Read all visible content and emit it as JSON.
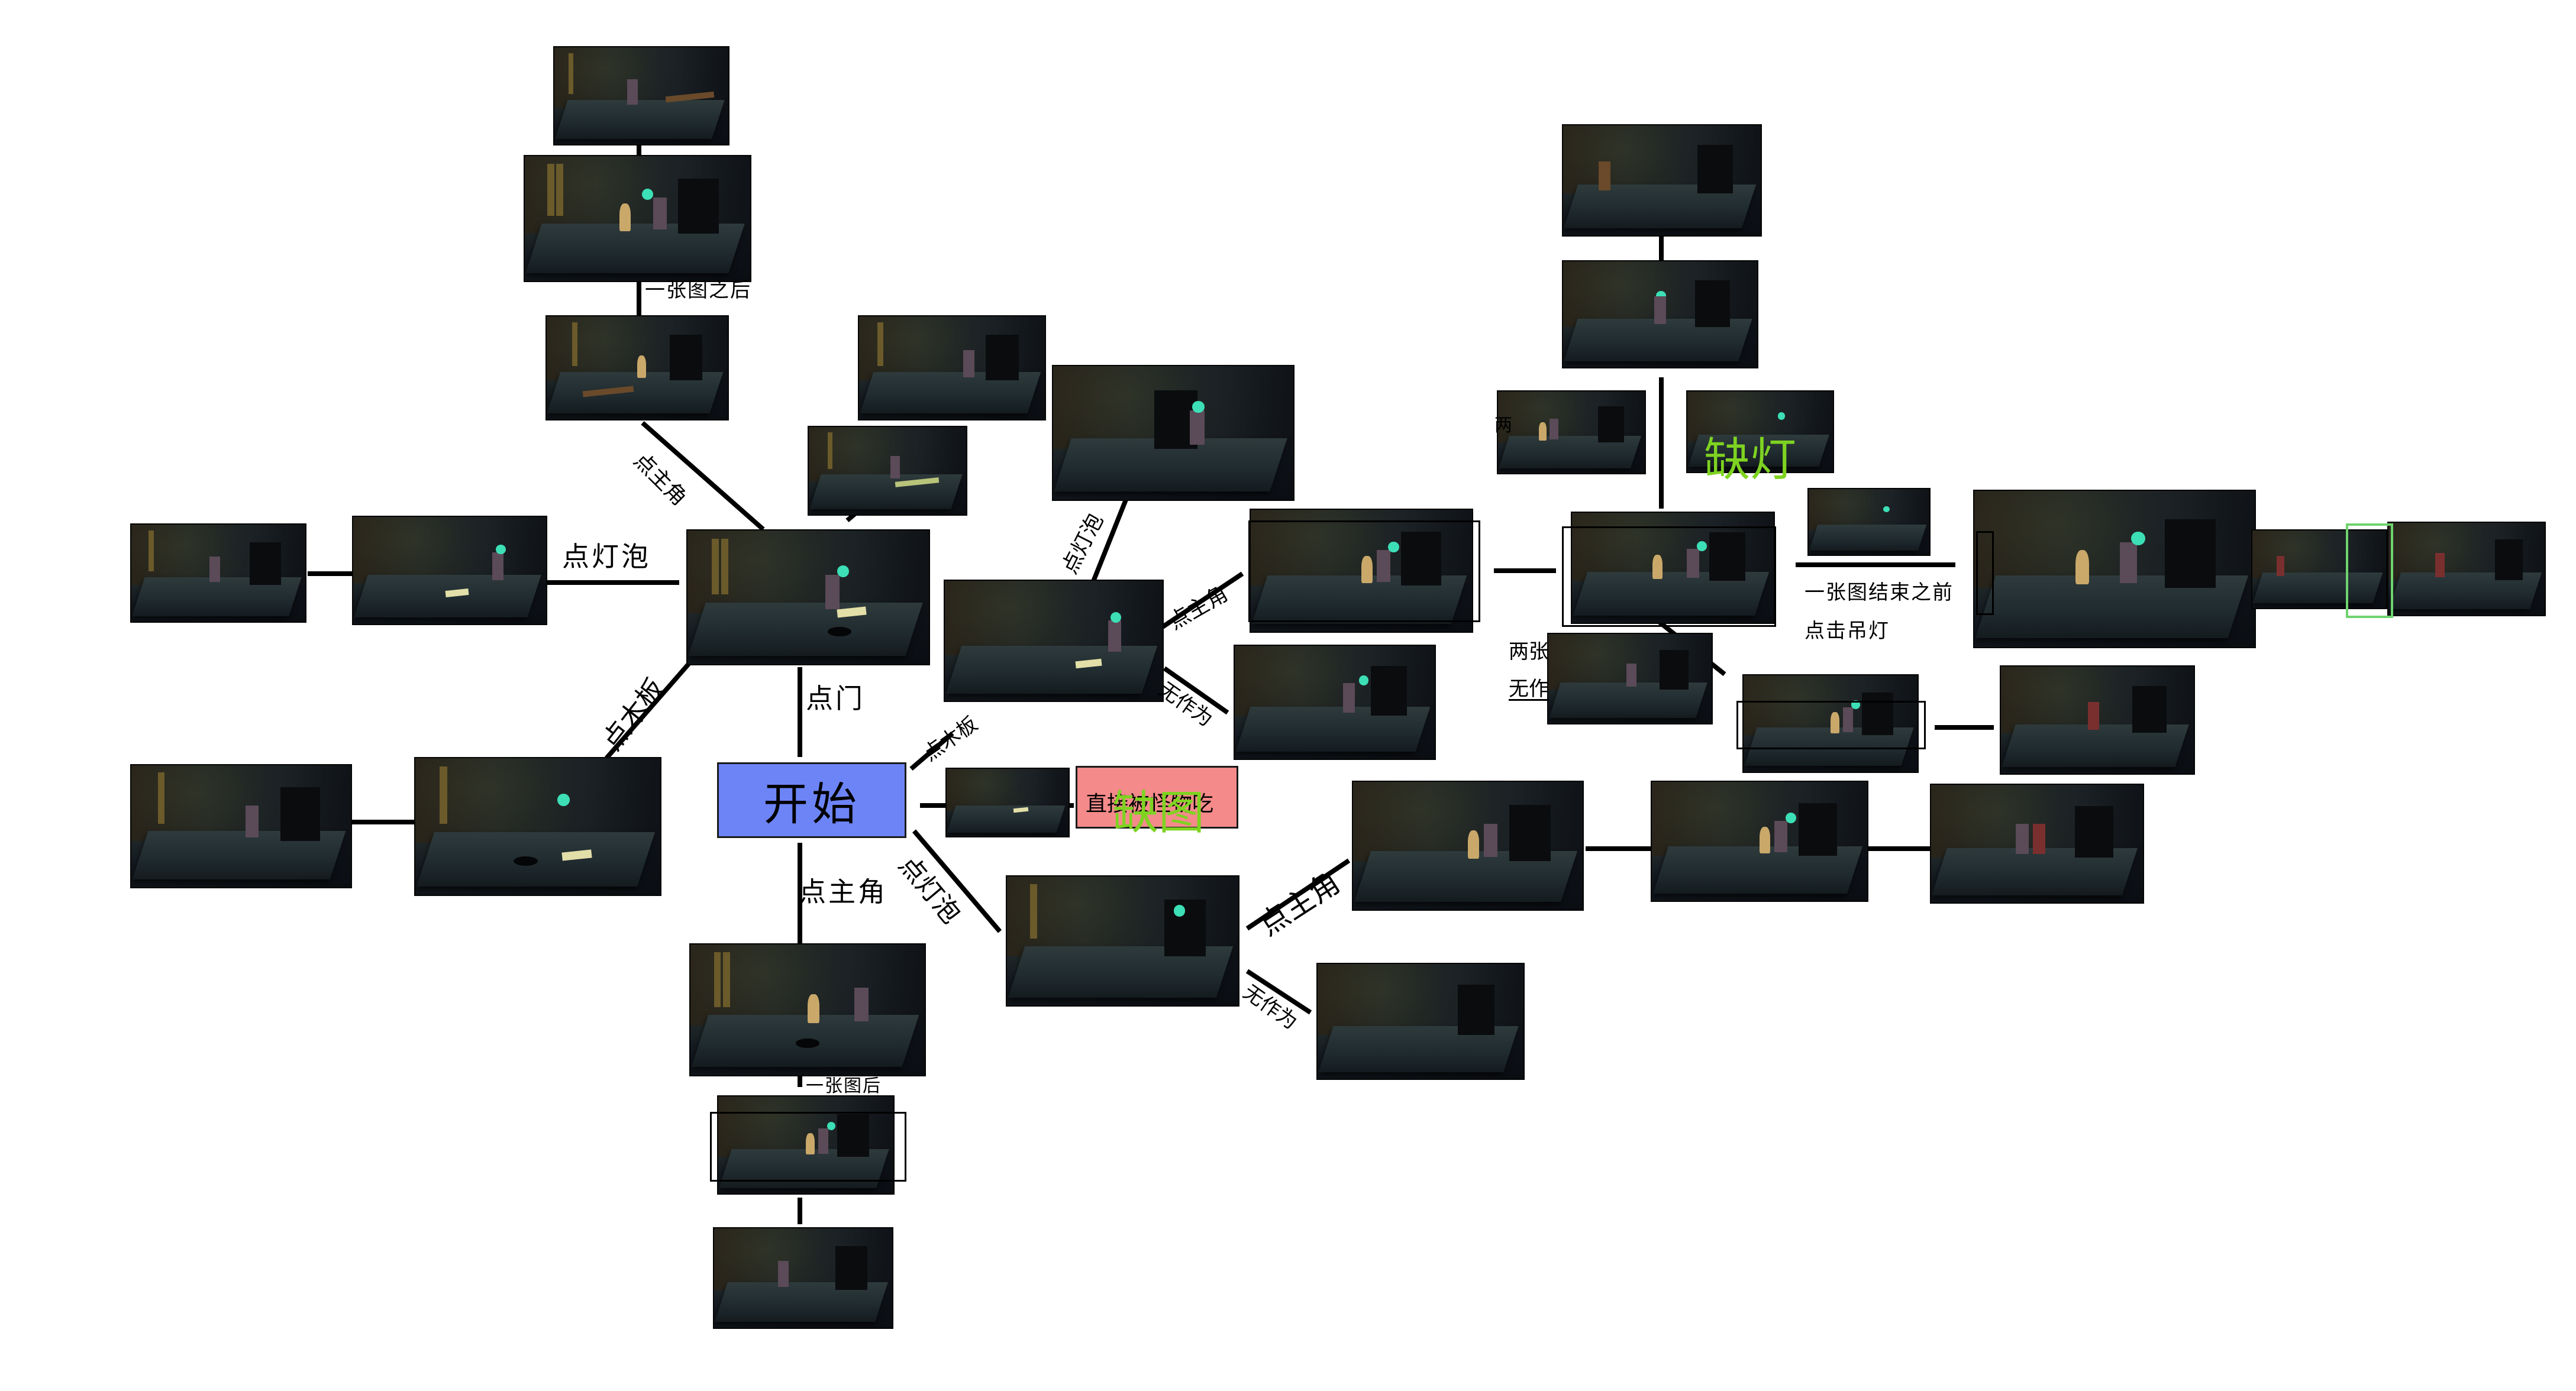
{
  "diagram": {
    "start_label": "开始",
    "red_box_text": "直接被怪物吃",
    "missing_image_label": "缺图",
    "missing_light_label": "缺灯",
    "labels": {
      "after_one_image_top": "一张图之后",
      "click_hero_top": "点主角",
      "click_bulb_left": "点灯泡",
      "click_plank_left": "点木板",
      "click_door": "点门",
      "click_hero_down": "点主角",
      "after_one_image_bottom": "一张图后",
      "click_bulb_lower": "点灯泡",
      "click_plank_mid": "点木板",
      "click_bulb_upper": "点灯泡",
      "click_hero_mid": "点主角",
      "no_action_mid": "无作为",
      "click_hero_lower": "点主角",
      "no_action_lower": "无作为",
      "two_images_partial": "两张",
      "no_action_partial": "无作",
      "two_partial_small": "两",
      "before_image_ends": "一张图结束之前",
      "click_chandelier": "点击吊灯"
    }
  }
}
